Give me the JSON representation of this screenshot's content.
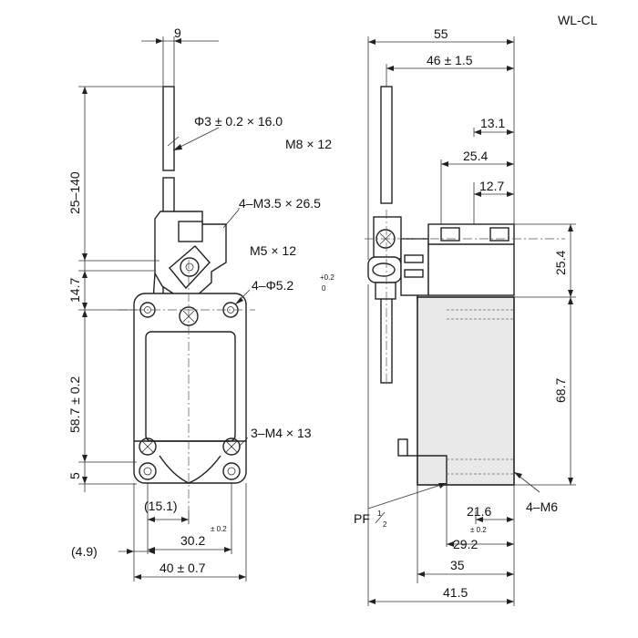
{
  "model": "WL-CL",
  "front_view": {
    "rod_width": "9",
    "rod_spec": "Φ3 ± 0.2 × 16.0",
    "lever_screw": "M8 × 12",
    "rod_length_range": "25–140",
    "head_screws": "4–M3.5 × 26.5",
    "head_screw_small": "M5 × 12",
    "head_height": "14.7",
    "mount_holes": {
      "main": "4–Φ5.2",
      "tol_upper": "+0.2",
      "tol_lower": "0"
    },
    "body_height": "58.7 ± 0.2",
    "base_screws": "3–M4 × 13",
    "base_offset": "5",
    "dim_15_1": "(15.1)",
    "dim_30_2": {
      "main": "30.2",
      "tol": "± 0.2"
    },
    "dim_4_9": "(4.9)",
    "width": "40 ± 0.7"
  },
  "side_view": {
    "overall": "55",
    "lever_reach": "46 ± 1.5",
    "dim_13_1": "13.1",
    "dim_25_4_h": "25.4",
    "dim_12_7": "12.7",
    "dim_25_4_v": "25.4",
    "body_height": "68.7",
    "conduit": {
      "main": "PF",
      "num": "1",
      "den": "2"
    },
    "mount_screws": "4–M6",
    "dim_21_6": "21.6",
    "dim_29_2": {
      "main": "29.2",
      "tol": "± 0.2"
    },
    "dim_35": "35",
    "dim_41_5": "41.5"
  }
}
